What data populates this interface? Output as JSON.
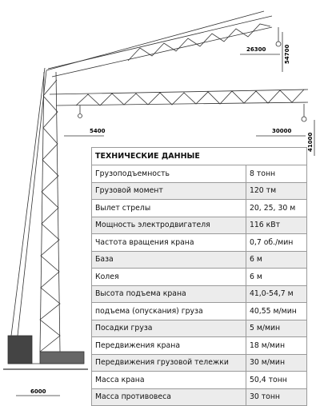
{
  "dimensions": {
    "upper_reach": "26300",
    "upper_height": "54700",
    "lower_reach": "30000",
    "counter_jib": "5400",
    "lower_height": "41000",
    "track_gauge": "6000"
  },
  "table": {
    "header": "ТЕХНИЧЕСКИЕ ДАННЫЕ",
    "rows": [
      {
        "param": "Грузоподъемность",
        "value": "8 тонн"
      },
      {
        "param": "Грузовой момент",
        "value": "120 тм"
      },
      {
        "param": "Вылет стрелы",
        "value": "20, 25, 30 м"
      },
      {
        "param": "Мощность электродвигателя",
        "value": "116 кВт"
      },
      {
        "param": "Частота вращения крана",
        "value": "0,7 об./мин"
      },
      {
        "param": "База",
        "value": "6 м"
      },
      {
        "param": "Колея",
        "value": "6 м"
      },
      {
        "param": "Высота подъема крана",
        "value": "41,0-54,7 м"
      },
      {
        "param": "подъема (опускания) груза",
        "value": "40,55 м/мин"
      },
      {
        "param": "Посадки груза",
        "value": "5 м/мин"
      },
      {
        "param": "Передвижения крана",
        "value": "18 м/мин"
      },
      {
        "param": "Передвижения грузовой тележки",
        "value": "30 м/мин"
      },
      {
        "param": "Масса крана",
        "value": "50,4 тонн"
      },
      {
        "param": "Масса противовеса",
        "value": "30 тонн"
      }
    ]
  }
}
